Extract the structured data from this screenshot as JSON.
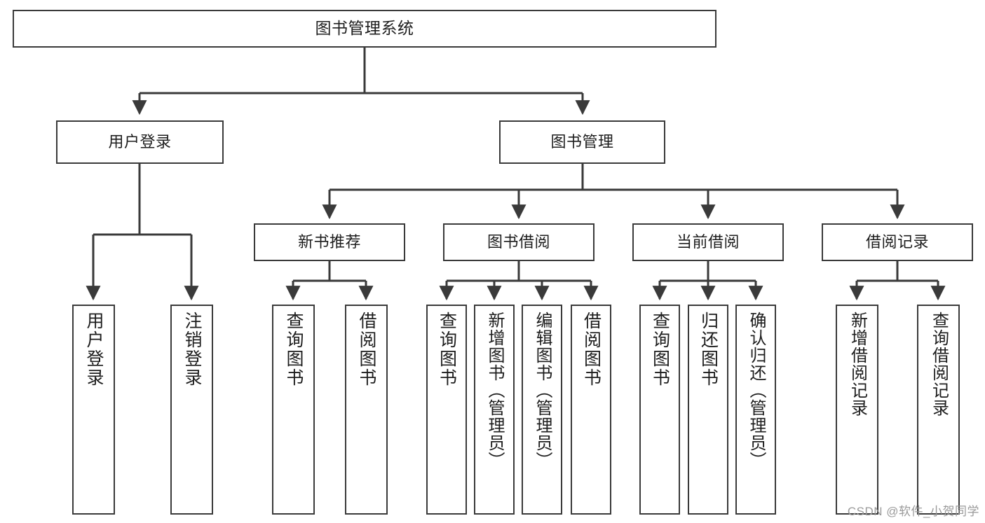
{
  "diagram": {
    "title": "图书管理系统",
    "type": "tree-hierarchy-chart",
    "colors": {
      "stroke": "#3a3a3a",
      "fill": "#ffffff",
      "text": "#1d1d1d",
      "watermark": "#9a9a9a"
    },
    "root": {
      "label": "图书管理系统"
    },
    "level2": [
      {
        "label": "用户登录"
      },
      {
        "label": "图书管理"
      }
    ],
    "level3": [
      {
        "label": "新书推荐"
      },
      {
        "label": "图书借阅"
      },
      {
        "label": "当前借阅"
      },
      {
        "label": "借阅记录"
      }
    ],
    "leaves": {
      "user_login": [
        {
          "label": "用户登录"
        },
        {
          "label": "注销登录"
        }
      ],
      "new_book_recommend": [
        {
          "label": "查询图书"
        },
        {
          "label": "借阅图书"
        }
      ],
      "book_borrow": [
        {
          "label": "查询图书"
        },
        {
          "label": "新增图书（管理员）"
        },
        {
          "label": "编辑图书（管理员）"
        },
        {
          "label": "借阅图书"
        }
      ],
      "current_borrow": [
        {
          "label": "查询图书"
        },
        {
          "label": "归还图书"
        },
        {
          "label": "确认归还（管理员）"
        }
      ],
      "borrow_records": [
        {
          "label": "新增借阅记录"
        },
        {
          "label": "查询借阅记录"
        }
      ]
    }
  },
  "watermark": {
    "text": "CSDN @软件_小贺同学"
  }
}
